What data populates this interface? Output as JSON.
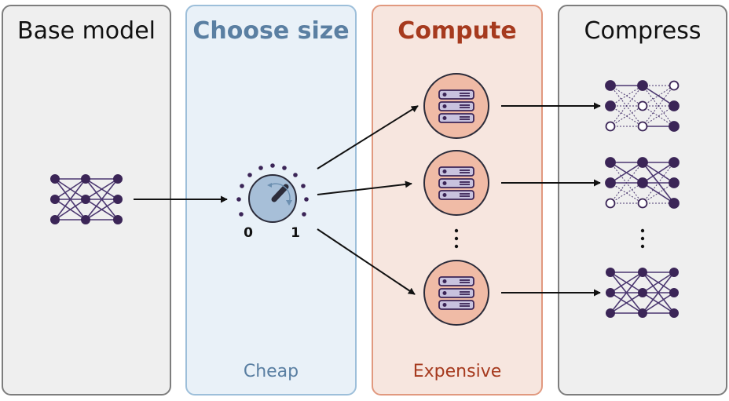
{
  "panels": {
    "base": {
      "title": "Base model"
    },
    "size": {
      "title": "Choose size",
      "footer": "Cheap",
      "knob_min": "0",
      "knob_max": "1"
    },
    "compute": {
      "title": "Compute",
      "footer": "Expensive"
    },
    "compress": {
      "title": "Compress"
    }
  },
  "colors": {
    "node": "#3b2557",
    "edge": "#4b3770",
    "knob_fill": "#a7bfd8",
    "server_circle": "#f0bba6",
    "server_rack": "#c8c2de",
    "arrow": "#111111"
  },
  "icons": [
    "neural-network-icon",
    "knob-icon",
    "server-icon",
    "vertical-ellipsis-icon"
  ]
}
